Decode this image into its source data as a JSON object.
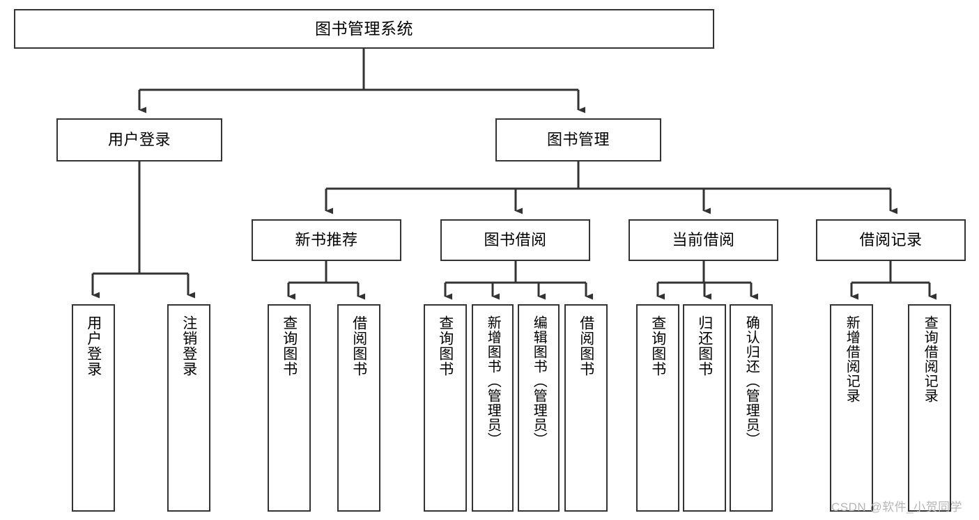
{
  "diagram": {
    "title": "图书管理系统",
    "type": "tree-hierarchy-chart",
    "watermark": "CSDN @软件_小贺同学",
    "colors": {
      "background": "#ffffff",
      "box_border": "#333333",
      "box_fill": "#ffffff",
      "connector": "#333333",
      "text": "#000000",
      "watermark": "#b6b6b6"
    },
    "nodes": {
      "root": {
        "label": "图书管理系统"
      },
      "level2": {
        "user_login": {
          "label": "用户登录"
        },
        "book_manage": {
          "label": "图书管理"
        }
      },
      "level3": {
        "new_book_recommend": {
          "label": "新书推荐"
        },
        "book_borrow": {
          "label": "图书借阅"
        },
        "current_borrow": {
          "label": "当前借阅"
        },
        "borrow_record": {
          "label": "借阅记录"
        }
      },
      "leaves": {
        "user_login": [
          {
            "label": "用户登录"
          },
          {
            "label": "注销登录"
          }
        ],
        "new_book_recommend": [
          {
            "label": "查询图书"
          },
          {
            "label": "借阅图书"
          }
        ],
        "book_borrow": [
          {
            "label": "查询图书"
          },
          {
            "label": "新增图书（管理员）"
          },
          {
            "label": "编辑图书（管理员）"
          },
          {
            "label": "借阅图书"
          }
        ],
        "current_borrow": [
          {
            "label": "查询图书"
          },
          {
            "label": "归还图书"
          },
          {
            "label": "确认归还（管理员）"
          }
        ],
        "borrow_record": [
          {
            "label": "新增借阅记录"
          },
          {
            "label": "查询借阅记录"
          }
        ]
      }
    }
  }
}
